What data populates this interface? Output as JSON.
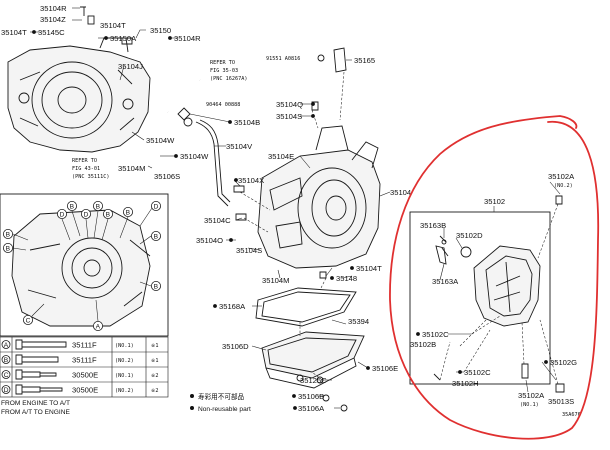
{
  "labels": {
    "p35104R_top": "35104R",
    "p35104Z": "35104Z",
    "p35104T_left": "35104T",
    "p35145C": "35145C",
    "p35150A": "35150A",
    "p35150": "35150",
    "p35104R_mid": "35104R",
    "p35104T_mid": "35104T",
    "p35104J": "35104J",
    "p35104W_left": "35104W",
    "p35104M_left": "35104M",
    "p35106S": "35106S",
    "p35104W_mid": "35104W",
    "p35104B": "35104B",
    "p35104V": "35104V",
    "p35104Q": "35104Q",
    "p35104S": "35104S",
    "p35165": "35165",
    "p35104E": "35104E",
    "p35104X": "35104X",
    "p35104C": "35104C",
    "p35104O": "35104O",
    "p35104S_low": "35104S",
    "p35104M_low": "35104M",
    "p35104T_low": "35104T",
    "p35148": "35148",
    "p35104_right": "35104",
    "p35168A": "35168A",
    "p35394": "35394",
    "p35106D": "35106D",
    "p35125C": "35125C",
    "p35106E": "35106E",
    "p35106B": "35106B",
    "p35106A": "35106A",
    "p35102A_top": "35102A",
    "p35102A_top_no": "(NO.2)",
    "p35102": "35102",
    "p35163B": "35163B",
    "p35102D": "35102D",
    "p35163A": "35163A",
    "p35102C_a": "35102C",
    "p35102B": "35102B",
    "p35102C_b": "35102C",
    "p35102H": "35102H",
    "p35102G": "35102G",
    "p35102A_bot": "35102A",
    "p35102A_bot_no": "(NO.1)",
    "p35013S": "35013S",
    "small_91551": "91551 A0816",
    "small_90464": "90464 00888",
    "refer1_a": "REFER TO",
    "refer1_b": "FIG 35-03",
    "refer1_c": "(PNC 16267A)",
    "refer2_a": "REFER TO",
    "refer2_b": "FIG 43-01",
    "refer2_c": "(PNC 35111C)",
    "legend_1": "寿彩用不可部品",
    "legend_2": "Non-reusable part",
    "fig_code": "35A676",
    "from_engine_1": "FROM ENGINE TO A/T",
    "from_engine_2": "FROM A/T TO ENGINE"
  },
  "bolt_table": {
    "rows": [
      {
        "mark": "A",
        "part": "35111F",
        "no": "(NO.1)",
        "qty": "※1"
      },
      {
        "mark": "B",
        "part": "35111F",
        "no": "(NO.2)",
        "qty": "※1"
      },
      {
        "mark": "C",
        "part": "30500E",
        "no": "(NO.1)",
        "qty": "※2"
      },
      {
        "mark": "D",
        "part": "30500E",
        "no": "(NO.2)",
        "qty": "※2"
      }
    ]
  },
  "annotation": {
    "color": "#e03030",
    "shape": "hand-drawn ellipse"
  }
}
